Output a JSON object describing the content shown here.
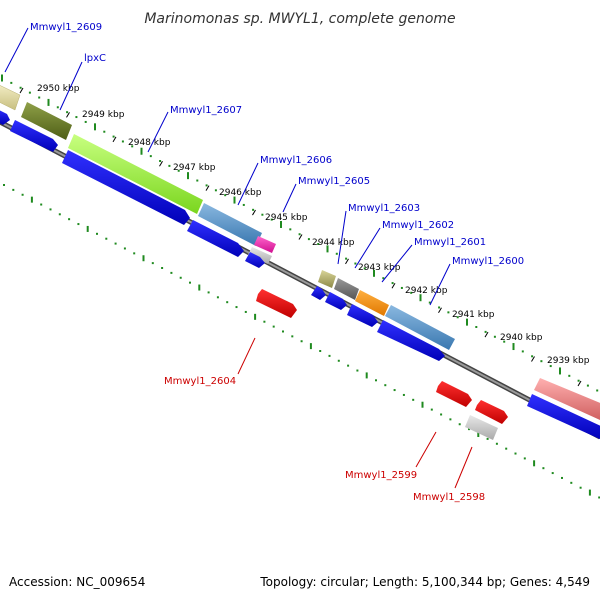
{
  "title": "Marinomonas sp. MWYL1, complete genome",
  "footer": {
    "accession": "Accession: NC_009654",
    "info": "Topology: circular; Length: 5,100,344 bp; Genes: 4,549"
  },
  "ticks": [
    "2950 kbp",
    "2949 kbp",
    "2948 kbp",
    "2947 kbp",
    "2946 kbp",
    "2945 kbp",
    "2944 kbp",
    "2943 kbp",
    "2942 kbp",
    "2941 kbp",
    "2940 kbp",
    "2939 kbp"
  ],
  "genes": {
    "g2609": "Mmwyl1_2609",
    "lpxc": "lpxC",
    "g2607": "Mmwyl1_2607",
    "g2606": "Mmwyl1_2606",
    "g2605": "Mmwyl1_2605",
    "g2603": "Mmwyl1_2603",
    "g2602": "Mmwyl1_2602",
    "g2601": "Mmwyl1_2601",
    "g2600": "Mmwyl1_2600",
    "g2604": "Mmwyl1_2604",
    "g2599": "Mmwyl1_2599",
    "g2598": "Mmwyl1_2598"
  },
  "colors": {
    "forward_cds": "#0000ee",
    "reverse_cds": "#ee0000",
    "backbone": "#777777",
    "gc_ticks": "#1f8a1f",
    "forward_label": "#0000cc",
    "reverse_label": "#cc0000"
  }
}
